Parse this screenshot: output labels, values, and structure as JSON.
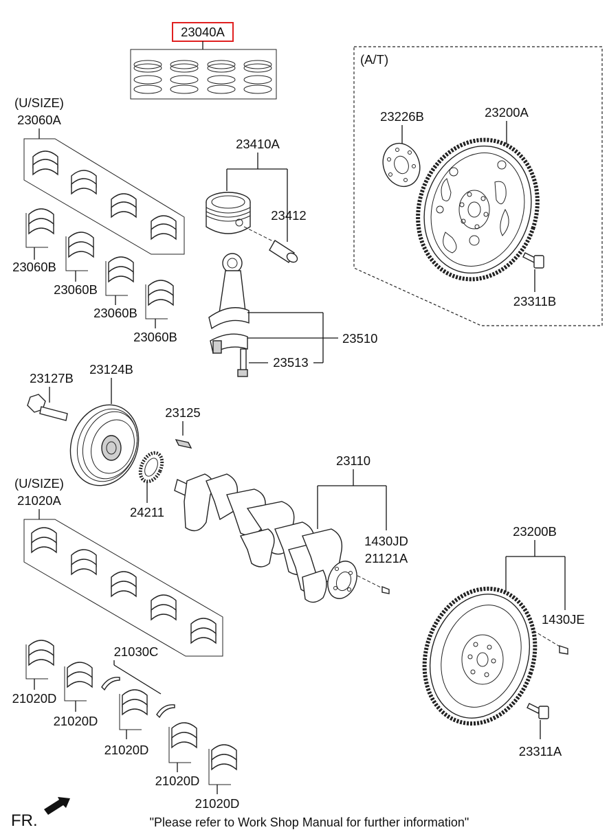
{
  "labels": {
    "p23040A": "23040A",
    "at": "(A/T)",
    "p23226B": "23226B",
    "p23200A": "23200A",
    "usize_top": "(U/SIZE)",
    "p23060A": "23060A",
    "p23410A": "23410A",
    "p23412": "23412",
    "p23060B_1": "23060B",
    "p23060B_2": "23060B",
    "p23060B_3": "23060B",
    "p23060B_4": "23060B",
    "p23311B": "23311B",
    "p23510": "23510",
    "p23513": "23513",
    "p23127B": "23127B",
    "p23124B": "23124B",
    "p23125": "23125",
    "p23110": "23110",
    "usize_bottom": "(U/SIZE)",
    "p21020A": "21020A",
    "p24211": "24211",
    "p1430JD": "1430JD",
    "p21121A": "21121A",
    "p23200B": "23200B",
    "p1430JE": "1430JE",
    "p21030C": "21030C",
    "p21020D_1": "21020D",
    "p21020D_2": "21020D",
    "p21020D_3": "21020D",
    "p21020D_4": "21020D",
    "p21020D_5": "21020D",
    "p23311A": "23311A"
  },
  "footer": {
    "direction": "FR.",
    "note": "\"Please refer to Work Shop Manual for further information\""
  },
  "highlight_color": "#e02020"
}
